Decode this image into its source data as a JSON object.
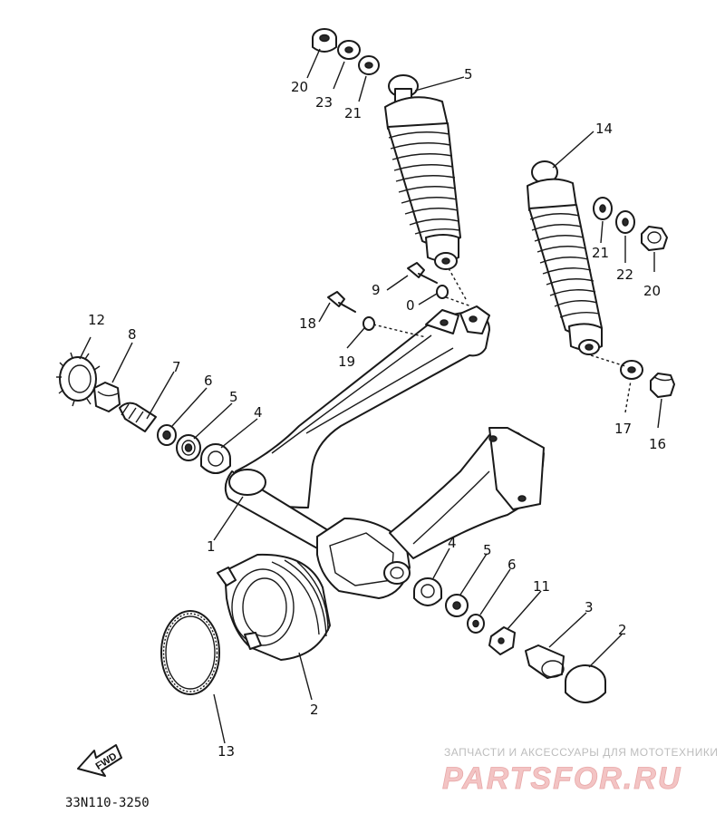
{
  "labels": {
    "p1": "1",
    "p2a": "2",
    "p2b": "2",
    "p3": "3",
    "p4a": "4",
    "p4b": "4",
    "p5a": "5",
    "p5b": "5",
    "p5c": "5",
    "p6a": "6",
    "p6b": "6",
    "p7": "7",
    "p8": "8",
    "p9": "9",
    "p10": "0",
    "p11": "11",
    "p12": "12",
    "p13": "13",
    "p14": "14",
    "p16": "16",
    "p17": "17",
    "p18": "18",
    "p19": "19",
    "p20a": "20",
    "p20b": "20",
    "p21a": "21",
    "p21b": "21",
    "p22": "22",
    "p23": "23"
  },
  "fwd_label": "FWD",
  "diagram_code": "33N110-3250",
  "watermark": {
    "caption": "ЗАПЧАСТИ И АКСЕССУАРЫ ДЛЯ МОТОТЕХНИКИ",
    "brand": "PARTSFOR.RU"
  }
}
